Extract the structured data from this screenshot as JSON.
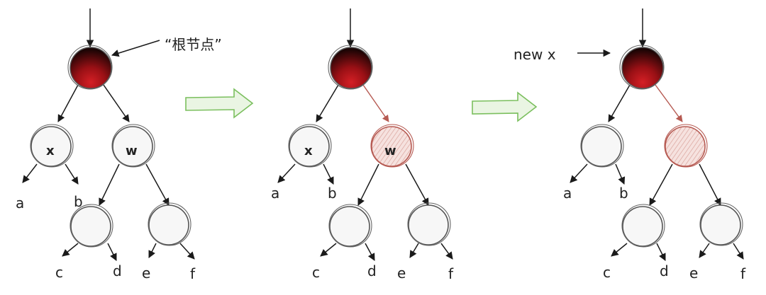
{
  "annotations": {
    "root_label": "“根节点”",
    "new_x": "new x"
  },
  "panels": [
    {
      "x_label": "x",
      "w_label": "w",
      "leaves": [
        "a",
        "b",
        "c",
        "d",
        "e",
        "f"
      ]
    },
    {
      "x_label": "x",
      "w_label": "w",
      "leaves": [
        "a",
        "b",
        "c",
        "d",
        "e",
        "f"
      ]
    },
    {
      "leaves": [
        "a",
        "b",
        "c",
        "d",
        "e",
        "f"
      ]
    }
  ],
  "colors": {
    "root_fill": "#b3141b",
    "root_dark": "#2a0606",
    "highlight_stroke": "#b65a52",
    "highlight_fill": "#f2d3cf",
    "transition_arrow": "#7bbf5e"
  }
}
